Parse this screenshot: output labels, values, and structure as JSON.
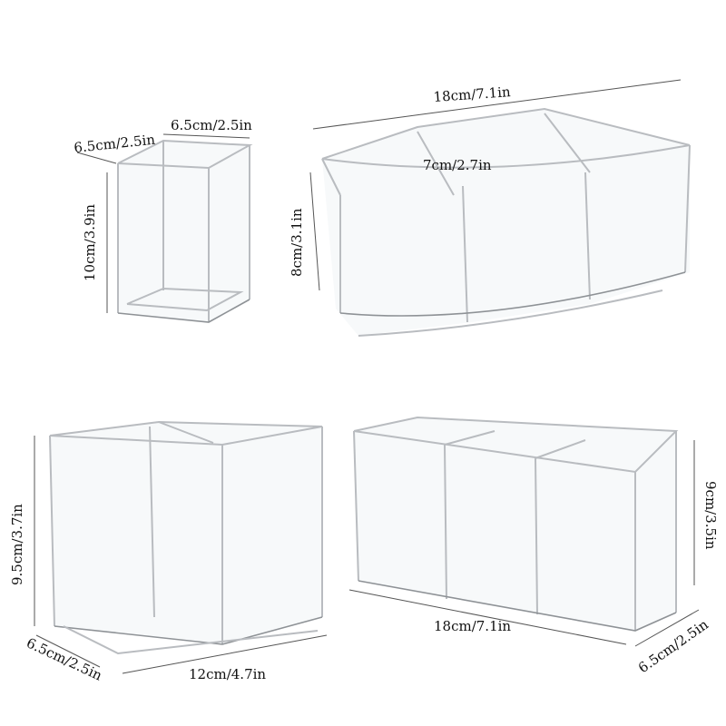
{
  "products": [
    {
      "name": "single-holder",
      "labels": {
        "width": "6.5cm/2.5in",
        "depth": "6.5cm/2.5in",
        "height": "10cm/3.9in"
      }
    },
    {
      "name": "curved-three-slot",
      "labels": {
        "length": "18cm/7.1in",
        "divider": "7cm/2.7in",
        "height": "8cm/3.1in"
      }
    },
    {
      "name": "two-slot-holder",
      "labels": {
        "height": "9.5cm/3.7in",
        "depth": "6.5cm/2.5in",
        "length": "12cm/4.7in"
      }
    },
    {
      "name": "three-slot-holder",
      "labels": {
        "height": "9cm/3.5in",
        "length": "18cm/7.1in",
        "depth": "6.5cm/2.5in"
      }
    }
  ]
}
